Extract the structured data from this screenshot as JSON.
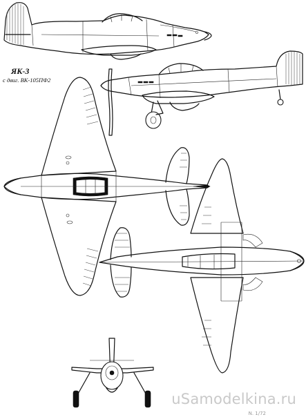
{
  "drawing": {
    "title": "ЯК-3",
    "subtitle": "с двиг. ВК-105ПФ2",
    "watermark": "uSamodelkina.ru",
    "sheet_number": "N. 1/72"
  }
}
